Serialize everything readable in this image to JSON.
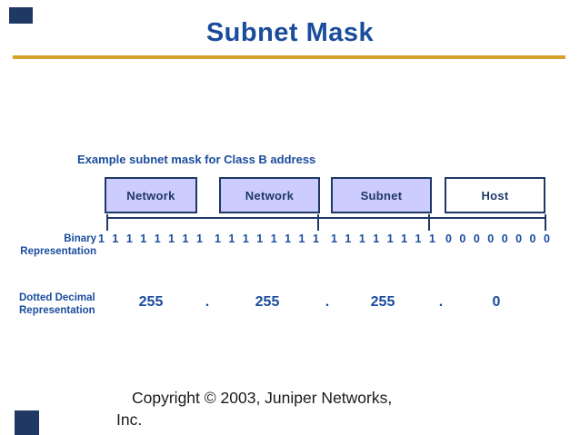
{
  "slide": {
    "title": "Subnet Mask",
    "colors": {
      "title_blue": "#1A4C9C",
      "navy": "#1F3864",
      "lavender": "#CCCCFF",
      "host_white": "#FFFFFF",
      "gold": "#D4A229",
      "copyright_black": "#1A1A1A"
    },
    "footer": {
      "line1": "Copyright © 2003, Juniper Networks,",
      "line2": "Inc."
    }
  },
  "diagram": {
    "caption": "Example subnet mask for Class B address",
    "boxes": [
      {
        "label": "Network",
        "fill": "#CCCCFF"
      },
      {
        "label": "Network",
        "fill": "#CCCCFF"
      },
      {
        "label": "Subnet",
        "fill": "#CCCCFF"
      },
      {
        "label": "Host",
        "fill": "#FFFFFF"
      }
    ],
    "binary_row": {
      "label_line1": "Binary",
      "label_line2": "Representation",
      "octets": [
        "1 1 1 1 1 1 1 1",
        "1 1 1 1 1 1 1 1",
        "1 1 1 1 1 1 1 1",
        "0 0 0 0 0 0 0 0"
      ]
    },
    "decimal_row": {
      "label_line1": "Dotted Decimal",
      "label_line2": "Representation",
      "values": [
        "255",
        "255",
        "255",
        "0"
      ],
      "separator": "."
    }
  }
}
